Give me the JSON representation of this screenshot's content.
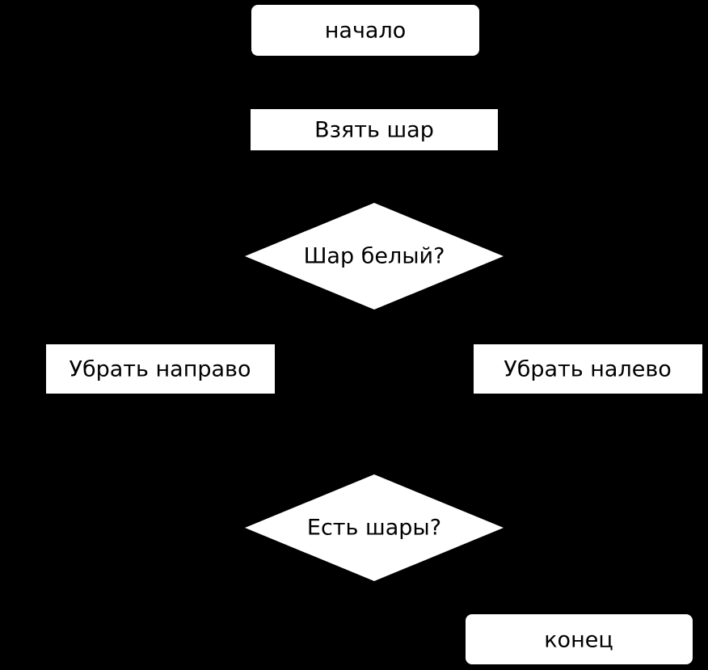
{
  "colors": {
    "background": "#000000",
    "node_fill": "#ffffff",
    "text": "#000000"
  },
  "flowchart": {
    "start": {
      "label": "начало"
    },
    "take_ball": {
      "label": "Взять шар"
    },
    "is_white": {
      "label": "Шар белый?"
    },
    "move_right": {
      "label": "Убрать направо"
    },
    "move_left": {
      "label": "Убрать налево"
    },
    "has_balls": {
      "label": "Есть шары?"
    },
    "end": {
      "label": "конец"
    }
  }
}
